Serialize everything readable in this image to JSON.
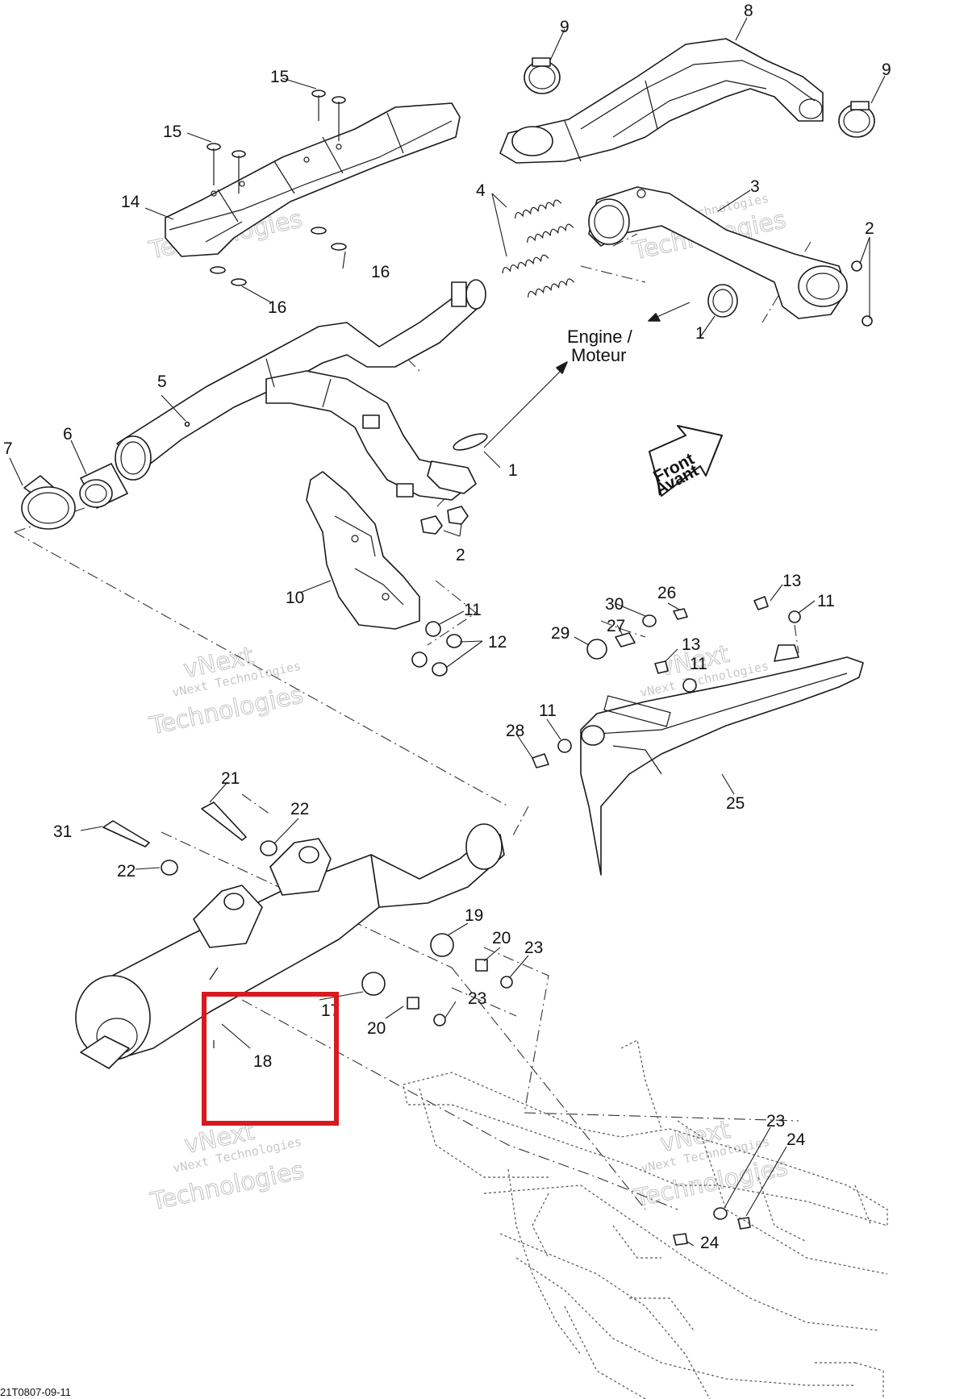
{
  "figure_code": "21T0807-09-11",
  "watermark": {
    "line1": "vNext Technologies",
    "line2": "vNext",
    "line3": "Technologies"
  },
  "engine_label": {
    "line1": "Engine /",
    "line2": "Moteur"
  },
  "direction_arrow": {
    "line1": "Front",
    "line2": "Avant"
  },
  "callouts": [
    "1",
    "1",
    "2",
    "2",
    "3",
    "4",
    "5",
    "6",
    "7",
    "8",
    "9",
    "9",
    "10",
    "11",
    "11",
    "11",
    "11",
    "12",
    "13",
    "13",
    "14",
    "15",
    "15",
    "16",
    "16",
    "17",
    "18",
    "19",
    "20",
    "20",
    "21",
    "22",
    "22",
    "23",
    "23",
    "23",
    "24",
    "24",
    "25",
    "26",
    "27",
    "28",
    "29",
    "30",
    "31"
  ],
  "highlighted_part": "18",
  "highlight_color": "#d71920"
}
